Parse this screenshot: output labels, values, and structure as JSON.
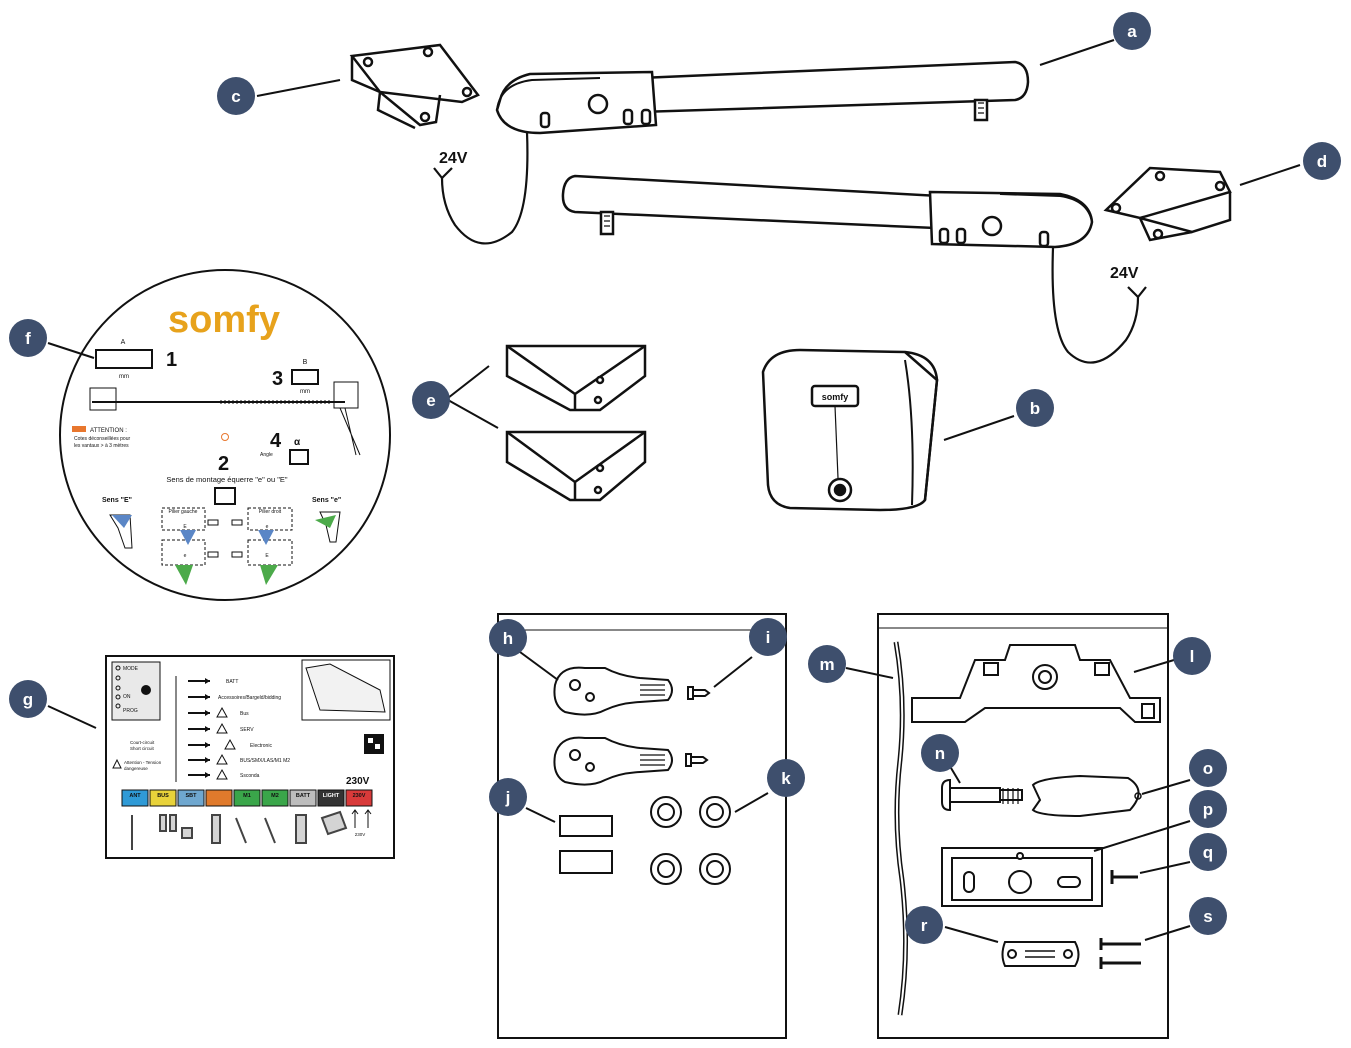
{
  "part_labels": {
    "a": "a",
    "b": "b",
    "c": "c",
    "d": "d",
    "e": "e",
    "f": "f",
    "g": "g",
    "h": "h",
    "i": "i",
    "j": "j",
    "k": "k",
    "l": "l",
    "m": "m",
    "n": "n",
    "o": "o",
    "p": "p",
    "q": "q",
    "r": "r",
    "s": "s"
  },
  "voltage": {
    "arm_a": "24V",
    "arm_d": "24V"
  },
  "template_disc": {
    "brand": "somfy",
    "step_1": "1",
    "step_2": "2",
    "step_3": "3",
    "step_4": "4",
    "box_a_label": "A",
    "box_b_label": "B",
    "unit_mm_1": "mm",
    "unit_mm_3": "mm",
    "alpha": "α",
    "angle_label": "Angle",
    "attention_title": "ATTENTION :",
    "attention_text_1": "Cotes déconseillées pour",
    "attention_text_2": "les vantaux > à 3 mètres",
    "mounting_text": "Sens de montage équerre \"e\" ou \"E\"",
    "sens_left": "Sens \"E\"",
    "sens_right": "Sens \"e\"",
    "pillar_left": "Pilier gauche",
    "pillar_right": "Pilier droit",
    "pillar_left_mark": "E",
    "pillar_right_mark": "e",
    "pillar_bottom_left_mark": "e",
    "pillar_bottom_right_mark": "E"
  },
  "wiring_label": {
    "side_items": [
      "MODE",
      "ON",
      "PROG"
    ],
    "rows": [
      "BATT",
      "Accessoires/Bargeld/bidding",
      "Bus",
      "SERV",
      "Electronic",
      "BUS/SMX/LAS/M1 M2",
      "Ssconda"
    ],
    "legend_1_a": "Court-circuit",
    "legend_1_b": "Short circuit",
    "legend_2_a": "Attention - Tension",
    "legend_2_b": "dangereuse",
    "power": "230V",
    "terminals": [
      "ANT",
      "BUS",
      "SBT",
      "",
      "M1",
      "M2",
      "BATT",
      "LIGHT",
      "230V"
    ],
    "terminal_colors": [
      "#2f9ad6",
      "#e8d23a",
      "#6fa7cf",
      "#e07a2c",
      "#3aa64a",
      "#3aa64a",
      "#bdbdbd",
      "#333333",
      "#d83a3a"
    ],
    "bottom_note": "230V"
  },
  "colors": {
    "badge": "#3e4f6d",
    "line": "#111111",
    "somfy_brand": "#e7a21c",
    "attention_orange": "#e8772e",
    "mount_blue": "#5a86c6",
    "mount_green": "#4caa4a"
  }
}
